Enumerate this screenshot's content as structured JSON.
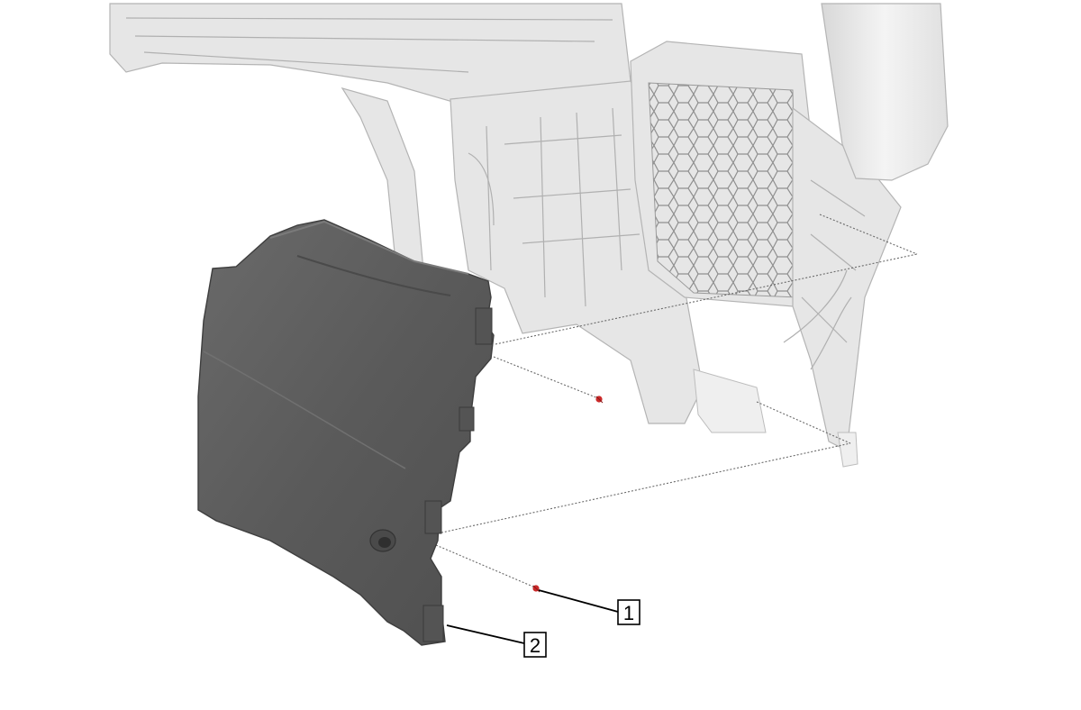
{
  "callouts": [
    {
      "id": "1",
      "label": "1"
    },
    {
      "id": "2",
      "label": "2"
    }
  ],
  "colors": {
    "panel": "#5c5c5c",
    "ghost_assembly": "#e6e6e6",
    "screw": "#cc2a2a",
    "leader_line": "#000000"
  }
}
